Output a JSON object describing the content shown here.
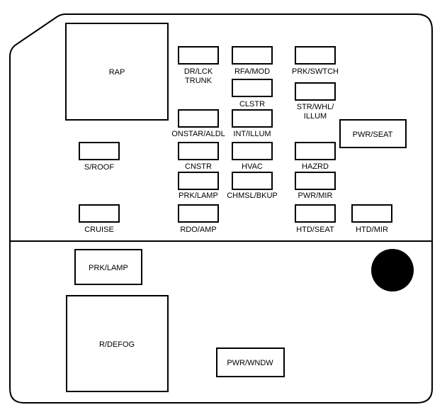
{
  "diagram": {
    "upper_labels": {
      "rap": "RAP",
      "dr_lck": "DR/LCK",
      "trunk": "TRUNK",
      "rfa_mod": "RFA/MOD",
      "prk_swtch": "PRK/SWTCH",
      "clstr": "CLSTR",
      "str_whl": "STR/WHL/",
      "illum": "ILLUM",
      "onstar_aldl": "ONSTAR/ALDL",
      "int_illum": "INT/ILLUM",
      "pwr_seat": "PWR/SEAT",
      "s_roof": "S/ROOF",
      "cnstr": "CNSTR",
      "hvac": "HVAC",
      "hazrd": "HAZRD",
      "prk_lamp_fuse": "PRK/LAMP",
      "chmsl_bkup": "CHMSL/BKUP",
      "pwr_mir": "PWR/MIR",
      "cruise": "CRUISE",
      "rdo_amp": "RDO/AMP",
      "htd_seat": "HTD/SEAT",
      "htd_mir": "HTD/MIR"
    },
    "lower_labels": {
      "prk_lamp_relay": "PRK/LAMP",
      "r_defog": "R/DEFOG",
      "pwr_wndw": "PWR/WNDW"
    }
  }
}
